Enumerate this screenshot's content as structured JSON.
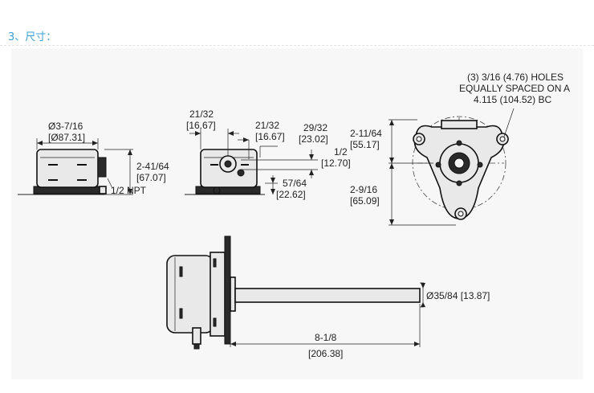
{
  "header": {
    "title": "3、尺寸："
  },
  "dimensions": {
    "front_width": {
      "frac": "Ø3-7/16",
      "mm": "[Ø87.31]"
    },
    "front_height": {
      "frac": "2-41/64",
      "mm": "[67.07]"
    },
    "npt_label": "1/2 NPT",
    "side_offset_left": {
      "frac": "21/32",
      "mm": "[16.67]"
    },
    "side_offset_mid": {
      "frac": "21/32",
      "mm": "[16.67]"
    },
    "side_offset_right": {
      "frac": "29/32",
      "mm": "[23.02]"
    },
    "side_half": {
      "frac": "1/2",
      "mm": "[12.70]"
    },
    "side_low": {
      "frac": "57/64",
      "mm": "[22.62]"
    },
    "holes_note": {
      "line1": "(3) 3/16 (4.76) HOLES",
      "line2": "EQUALLY SPACED ON A",
      "line3": "4.115 (104.52) BC"
    },
    "top_upper": {
      "frac": "2-11/64",
      "mm": "[55.17]"
    },
    "top_lower": {
      "frac": "2-9/16",
      "mm": "[65.09]"
    },
    "shaft_diameter": "Ø35/84 [13.87]",
    "shaft_length": {
      "frac": "8-1/8",
      "mm": "[206.38]"
    }
  }
}
